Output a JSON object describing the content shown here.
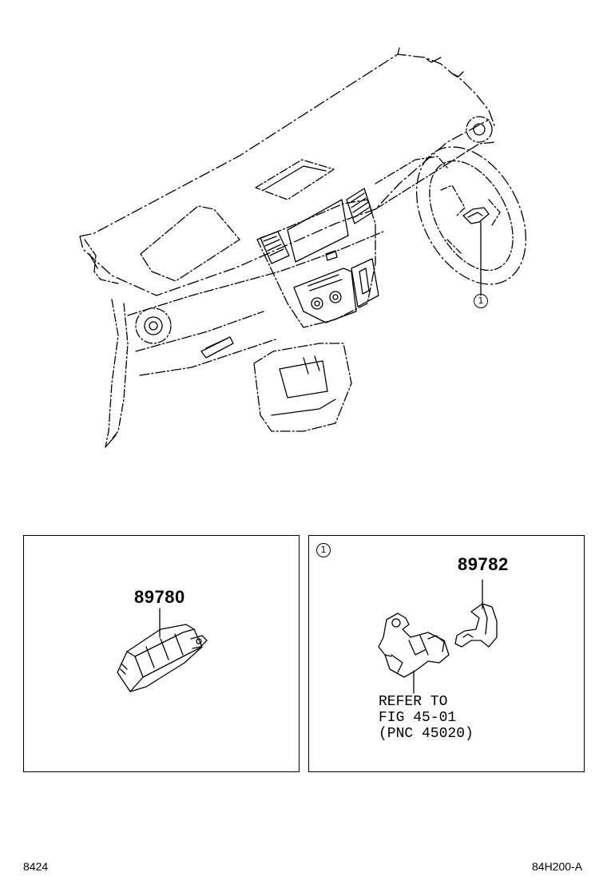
{
  "ref_marker": "1",
  "left_panel": {
    "part_number": "89780"
  },
  "right_panel": {
    "marker": "1",
    "part_number": "89782",
    "note_lines": [
      "REFER TO",
      "FIG 45-01",
      "(PNC 45020)"
    ]
  },
  "footer": {
    "page_code": "8424",
    "illustration_code": "84H200-A"
  }
}
